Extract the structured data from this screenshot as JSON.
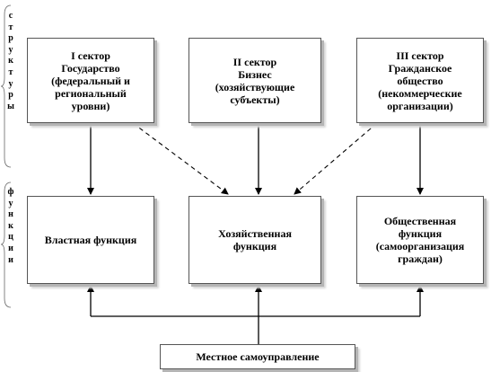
{
  "side_labels": {
    "structure": [
      "с",
      "т",
      "р",
      "у",
      "к",
      "т",
      "у",
      "р",
      "ы"
    ],
    "functions": [
      "ф",
      "у",
      "н",
      "к",
      "ц",
      "и",
      "и"
    ]
  },
  "sectors": [
    {
      "lines": [
        "I сектор",
        "Государство",
        "(федеральный и",
        "региональный",
        "уровни)"
      ]
    },
    {
      "lines": [
        "II сектор",
        "Бизнес",
        "(хозяйствующие",
        "субъекты)"
      ]
    },
    {
      "lines": [
        "III сектор",
        "Гражданское",
        "общество",
        "(некоммерческие",
        "организации)"
      ]
    }
  ],
  "functions": [
    {
      "lines": [
        "Властная функция"
      ]
    },
    {
      "lines": [
        "Хозяйственная",
        "функция"
      ]
    },
    {
      "lines": [
        "Общественная",
        "функция",
        "(самоорганизация",
        "граждан)"
      ]
    }
  ],
  "bottom": {
    "label": "Местное самоуправление"
  }
}
